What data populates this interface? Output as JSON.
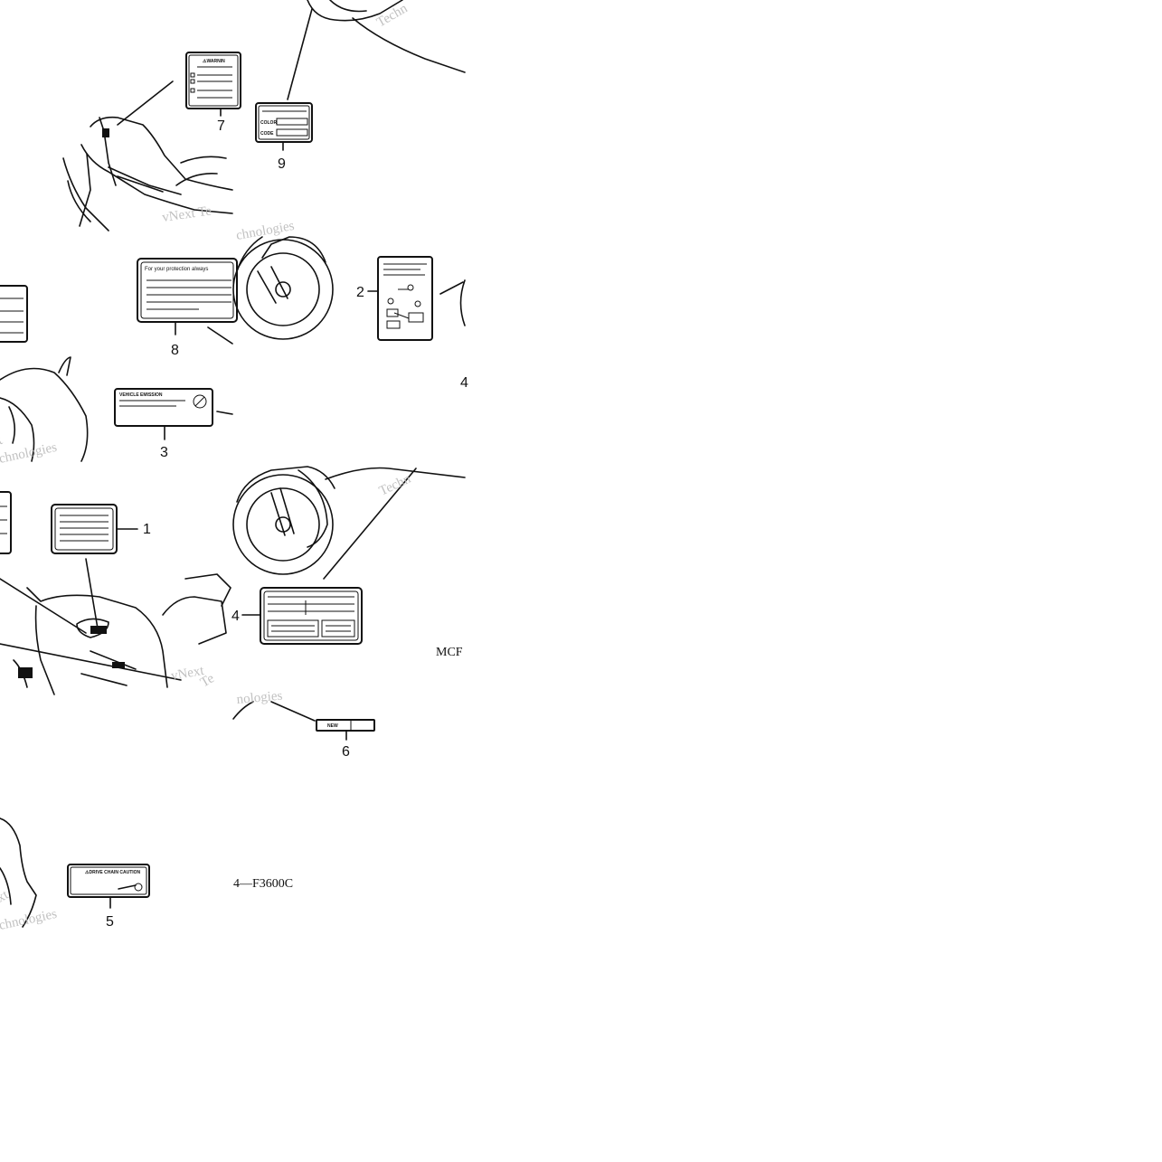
{
  "callouts": {
    "c1": "1",
    "c2": "2",
    "c3": "3",
    "c4": "4",
    "c5": "5",
    "c6": "6",
    "c7": "7",
    "c8": "8",
    "c9": "9",
    "c4b": "4"
  },
  "label_text": {
    "warning": "⚠WARNIN",
    "protection": "For your protection always",
    "color": "COLOR",
    "code": "CODE",
    "vehicle_emission": "VEHICLE EMISSION",
    "drive_chain": "⚠DRIVE CHAIN CAUTION",
    "new": "NEW"
  },
  "codes": {
    "mcf": "MCF",
    "figure": "4—F3600C"
  },
  "watermarks": {
    "w1": "Techn",
    "w2": "vNext Te",
    "w3": "chnologies",
    "w4": "t",
    "w5": "chnologies",
    "w6": "Techn",
    "w7": "vNext",
    "w8": "Te",
    "w9": "nologies",
    "w10": "xt",
    "w11": "chnologies"
  }
}
